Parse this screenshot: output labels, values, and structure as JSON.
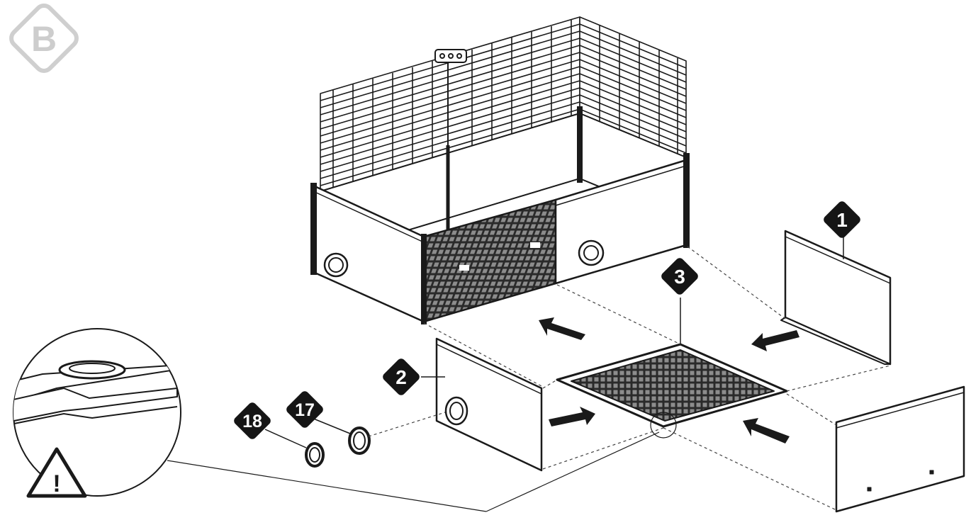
{
  "step": {
    "letter": "B"
  },
  "callouts": [
    {
      "id": "callout-1",
      "text": "1"
    },
    {
      "id": "callout-2",
      "text": "2"
    },
    {
      "id": "callout-3",
      "text": "3"
    },
    {
      "id": "callout-17",
      "text": "17"
    },
    {
      "id": "callout-18",
      "text": "18"
    }
  ],
  "warning": {
    "symbol": "!"
  },
  "colors": {
    "ink": "#1a1a1a",
    "badge": "#151515",
    "step_badge": "#d0d0d0",
    "paper": "#ffffff"
  },
  "icons": [
    "step-badge-icon",
    "warning-icon",
    "arrow-icon"
  ]
}
